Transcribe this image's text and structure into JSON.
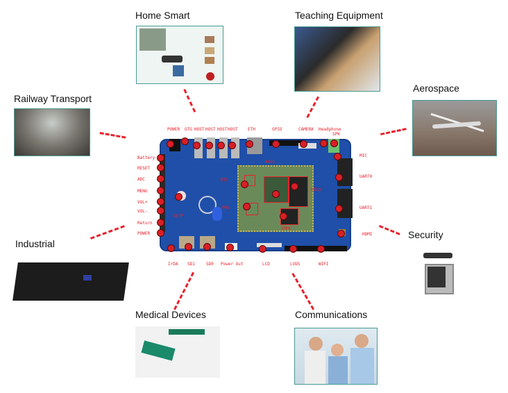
{
  "applications": [
    {
      "id": "home",
      "title": "Home Smart"
    },
    {
      "id": "teaching",
      "title": "Teaching Equipment"
    },
    {
      "id": "railway",
      "title": "Railway Transport"
    },
    {
      "id": "aerospace",
      "title": "Aerospace"
    },
    {
      "id": "industrial",
      "title": "Industrial"
    },
    {
      "id": "security",
      "title": "Security"
    },
    {
      "id": "medical",
      "title": "Medical Devices"
    },
    {
      "id": "communications",
      "title": "Communications"
    }
  ],
  "board": {
    "top_labels": [
      "POWER",
      "OTG",
      "HOST",
      "HOST",
      "HOST",
      "HOST",
      "ETH",
      "GPIO",
      "CAMERA",
      "Headphone",
      "SPK"
    ],
    "left_labels": [
      "Battery",
      "RESET",
      "ADC",
      "MENU",
      "VOL+",
      "VOL-",
      "Return",
      "POWER"
    ],
    "right_labels": [
      "MIC",
      "UART0",
      "UART1",
      "HDMI"
    ],
    "bottom_labels": [
      "IrDA",
      "SD1",
      "SD0",
      "Power Out",
      "LCD",
      "LVDS",
      "WIFI"
    ],
    "core_labels": {
      "cpu": "A40i",
      "ddr": "DDR3",
      "emmc": "EMMC",
      "rtc": "RTC",
      "pmu": "PMU",
      "setp": "SETP"
    }
  },
  "colors": {
    "accent": "#e8202a",
    "board": "#1f4fa8"
  }
}
